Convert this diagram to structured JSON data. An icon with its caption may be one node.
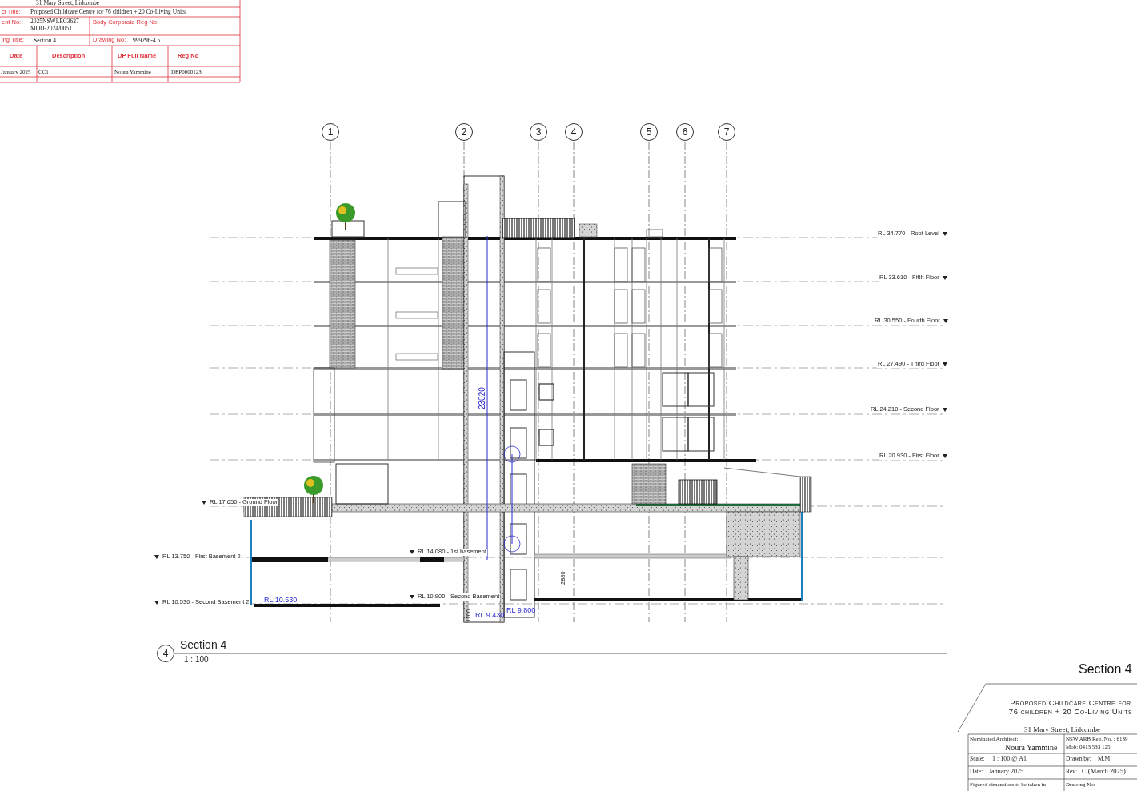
{
  "diagram": {
    "title": "Section 4",
    "nodes": [
      {
        "text": [
          "1"
        ]
      },
      {
        "text": [
          "2"
        ]
      },
      {
        "text": [
          "3"
        ]
      },
      {
        "text": [
          "4"
        ]
      },
      {
        "text": [
          "5"
        ]
      },
      {
        "text": [
          "6"
        ]
      },
      {
        "text": [
          "7"
        ]
      },
      {
        "text": [
          "4"
        ],
        "beside": [
          "Section 4",
          "1 : 100"
        ]
      }
    ],
    "labels": [
      "31 Mary Street, Lidcombe",
      "ct Title:",
      "Proposed Childcare Centre for 76 children + 20 Co-Living Units",
      "ent No:",
      "2025NSWLEC3627 MOD-2024/0051",
      "Body Corporate Reg No:",
      "ing Title:",
      "Section 4",
      "Drawing No:",
      "999296-4.5",
      "Date",
      "Description",
      "DP Full Name",
      "Reg No",
      "January 2025",
      "CC1",
      "Noura Yammine",
      "DEP0000123",
      "RL 34.770 - Roof Level",
      "RL 33.610 - Fifth Floor",
      "RL 30.550 - Fourth Floor",
      "RL 27.490 - Third Floor",
      "RL 24.210 - Second Floor",
      "RL 20.930 - First Floor",
      "23020",
      "RL 17.650 - Ground Floor",
      "RL 13.750 - First Basement 2",
      "RL 14.080 - 1st basement",
      "2880",
      "RL 10.530 - Second Basement 2",
      "RL 10.530",
      "RL 10.900 - Second Basement",
      "1100",
      "RL 9.430",
      "RL 9.800",
      "Proposed Childcare Centre for 76 children + 20 Co-Living Units",
      "31 Mary Street, Lidcombe",
      "Nominated Architect:",
      "Noura Yammine",
      "NSW ARB Reg. No. : 6139",
      "Mob: 0413 533 125",
      "Scale:",
      "1 : 100 @ A1",
      "Drawn by:",
      "M.M",
      "Date:",
      "January 2025",
      "Rev:",
      "C (March 2025)",
      "Figured dimensions to be taken in",
      "Drawing No:"
    ]
  }
}
